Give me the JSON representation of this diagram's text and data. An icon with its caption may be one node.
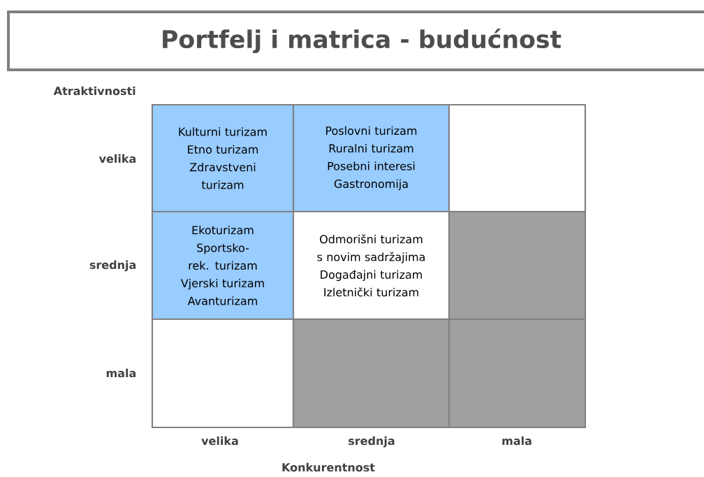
{
  "diagram": {
    "title": "Portfelj i matrica - budućnost",
    "nodes": [
      {
        "text": [
          "Kulturni turizam",
          "Etno turizam",
          "Zdravstveni turizam"
        ]
      },
      {
        "text": [
          "Poslovni turizam",
          "Ruralni turizam",
          "Posebni interesi",
          "Gastronomija"
        ]
      },
      {
        "text": [],
        "shape": "box"
      },
      {
        "text": [
          "Ekoturizam",
          "Sportsko-rek. turizam",
          "Vjerski turizam",
          "Avanturizam"
        ]
      },
      {
        "text": [
          "Odmorišni turizam s novim sadržajima",
          "Događajni turizam",
          "Izletnički turizam"
        ]
      },
      {
        "text": [],
        "shape": "box"
      },
      {
        "text": [],
        "shape": "box"
      },
      {
        "text": [],
        "shape": "box"
      },
      {
        "text": [],
        "shape": "box"
      }
    ],
    "labels": [
      "Atraktivnosti",
      "velika",
      "srednja",
      "mala",
      "velika",
      "srednja",
      "mala",
      "Konkurentnost"
    ]
  }
}
